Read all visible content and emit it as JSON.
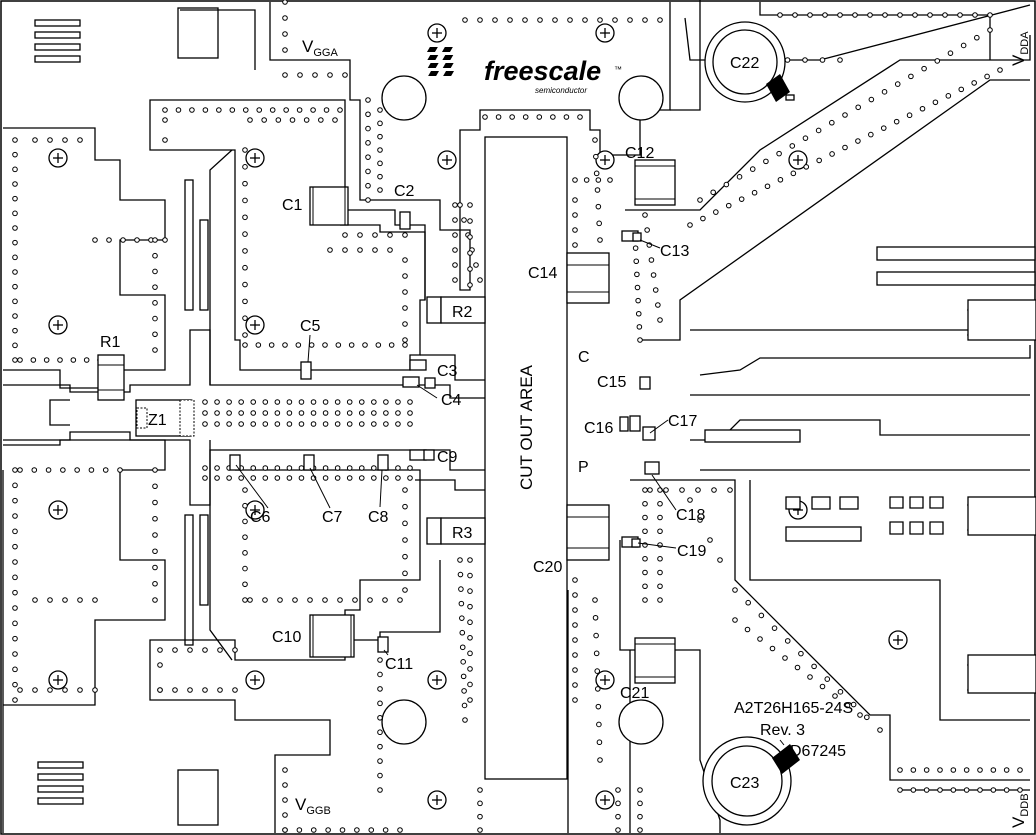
{
  "board": {
    "logo": {
      "name": "freescale",
      "tagline": "semiconductor",
      "trademark": "™"
    },
    "cut_out_label": "CUT OUT AREA",
    "marking": {
      "part": "A2T26H165-24S",
      "revision": "Rev. 3",
      "code": "D67245"
    },
    "rails": {
      "vgga": {
        "main": "V",
        "sub": "GGA"
      },
      "vggb": {
        "main": "V",
        "sub": "GGB"
      },
      "vdda": {
        "main": "V",
        "sub": "DDA"
      },
      "vddb": {
        "main": "V",
        "sub": "DDB"
      }
    },
    "markers": {
      "c": "C",
      "p": "P"
    }
  },
  "components": {
    "c1": "C1",
    "c2": "C2",
    "c3": "C3",
    "c4": "C4",
    "c5": "C5",
    "c6": "C6",
    "c7": "C7",
    "c8": "C8",
    "c9": "C9",
    "c10": "C10",
    "c11": "C11",
    "c12": "C12",
    "c13": "C13",
    "c14": "C14",
    "c15": "C15",
    "c16": "C16",
    "c17": "C17",
    "c18": "C18",
    "c19": "C19",
    "c20": "C20",
    "c21": "C21",
    "c22": "C22",
    "c23": "C23",
    "r1": "R1",
    "r2": "R2",
    "r3": "R3",
    "z1": "Z1"
  },
  "colors": {
    "copper_outline": "#000000",
    "board": "#ffffff"
  }
}
